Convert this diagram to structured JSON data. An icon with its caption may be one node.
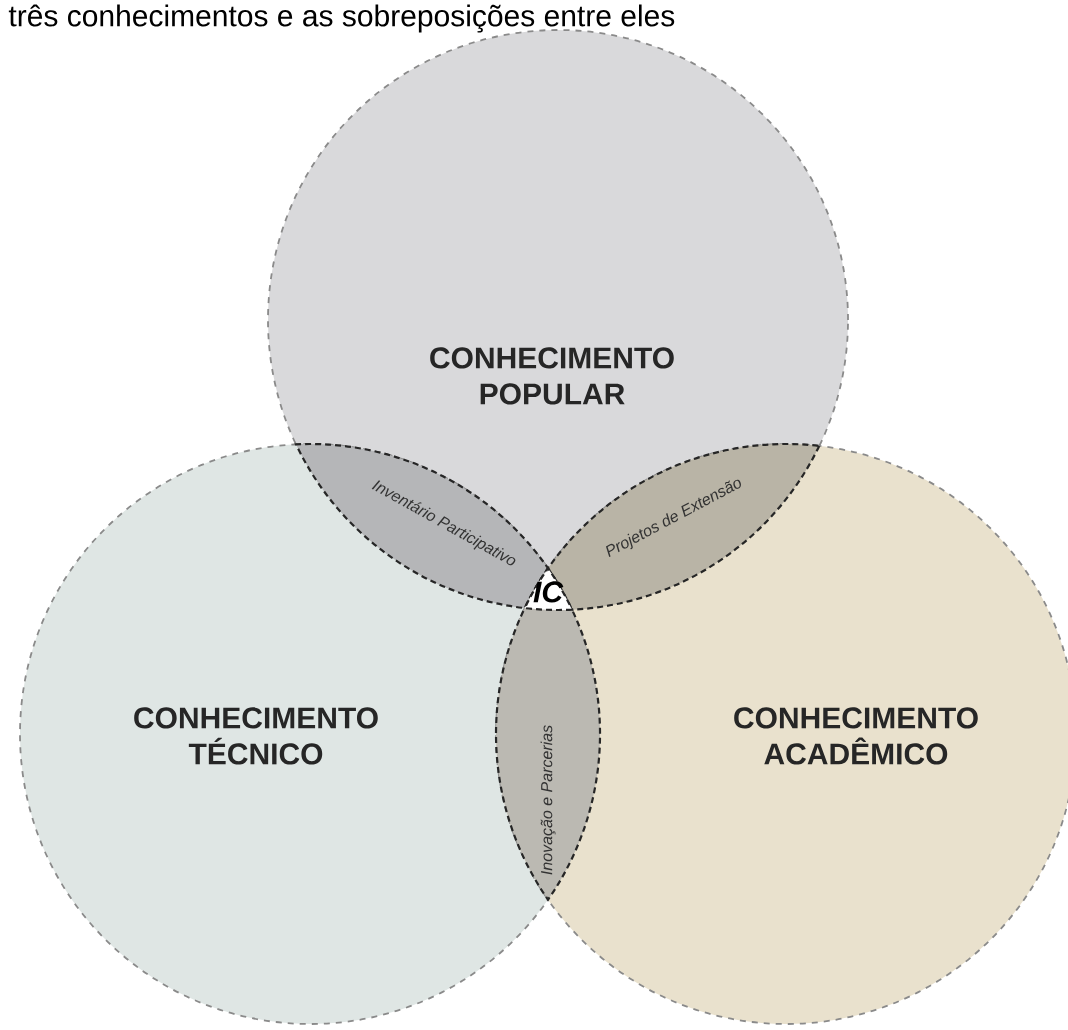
{
  "diagram": {
    "title": "três conhecimentos e as sobreposições entre eles",
    "nodes": [
      {
        "text": [
          "CONHECIMENTO POPULAR"
        ]
      },
      {
        "text": [
          "CONHECIMENTO TÉCNICO"
        ]
      },
      {
        "text": [
          "CONHECIMENTO ACADÊMICO"
        ]
      },
      {
        "text": [
          "Inventário Participativo"
        ]
      },
      {
        "text": [
          "Projetos de Extensão"
        ]
      },
      {
        "text": [
          "Inovação e Parcerias"
        ]
      },
      {
        "text": [
          "IC"
        ]
      }
    ]
  }
}
